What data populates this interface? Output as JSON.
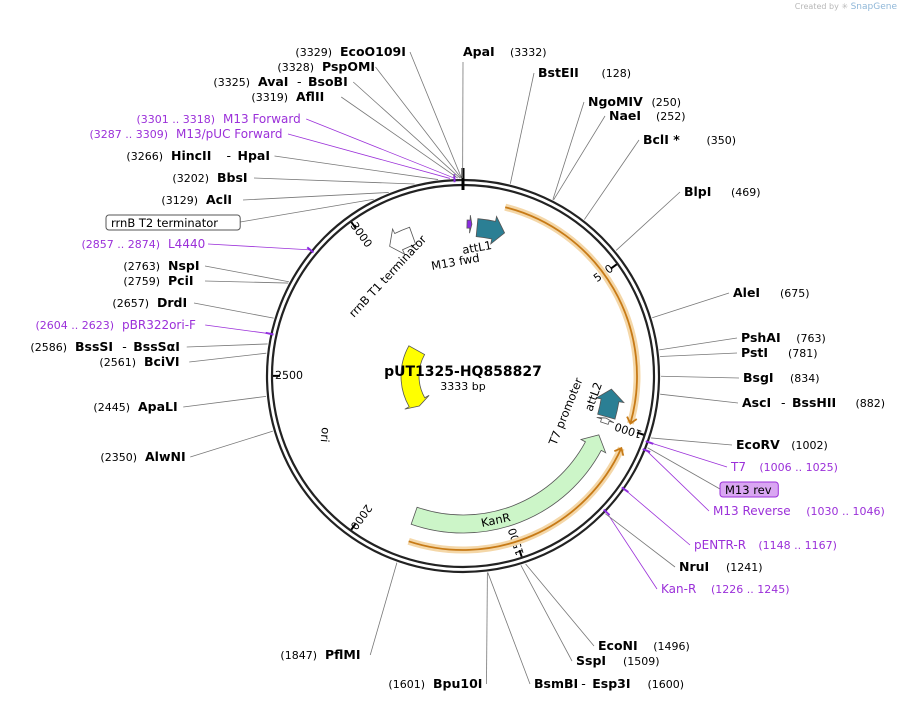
{
  "credit": {
    "prefix": "Created by",
    "brand": "SnapGene"
  },
  "plasmid": {
    "name": "pUT1325-HQ858827",
    "length_label": "3333 bp",
    "length": 3333
  },
  "ticks": [
    "500",
    "1000",
    "1500",
    "2000",
    "2500",
    "3000"
  ],
  "features": [
    {
      "name": "attL1",
      "start": 50,
      "end": 150,
      "dir": 1,
      "color": "#2b7f94"
    },
    {
      "name": "attL2",
      "start": 880,
      "end": 980,
      "dir": -1,
      "color": "#2b7f94"
    },
    {
      "name": "KanR",
      "start": 1050,
      "end": 1845,
      "dir": -1,
      "color": "#ccf5c8"
    },
    {
      "name": "ori",
      "start": 2180,
      "end": 2770,
      "dir": -1,
      "color": "#ffff00"
    },
    {
      "name": "rrnB T1 terminator",
      "start": 3060,
      "end": 3150,
      "dir": -1,
      "color": "#ffffff"
    },
    {
      "name": "T7 promoter",
      "start": 985,
      "end": 1004,
      "dir": -1,
      "color": "#ffffff"
    },
    {
      "name": "M13 fwd",
      "start": 14,
      "end": 31,
      "dir": 1,
      "color": "#8a2be2"
    }
  ],
  "orf_arcs": [
    {
      "start": 130,
      "end": 980,
      "dir": 1
    },
    {
      "start": 1060,
      "end": 1835,
      "dir": -1
    }
  ],
  "small_marks": [
    {
      "pos": 3310,
      "color": "#8a2be2"
    },
    {
      "pos": 2866,
      "color": "#8a2be2"
    },
    {
      "pos": 2614,
      "color": "#8a2be2"
    },
    {
      "pos": 1015,
      "color": "#8a2be2"
    },
    {
      "pos": 1038,
      "color": "#8a2be2"
    },
    {
      "pos": 1158,
      "color": "#8a2be2"
    },
    {
      "pos": 1236,
      "color": "#8a2be2"
    }
  ],
  "sites": [
    {
      "name": "EcoO109I",
      "num": "(3329)",
      "pos": 3329,
      "style": "site"
    },
    {
      "name": "PspOMI",
      "num": "(3328)",
      "pos": 3328,
      "style": "site"
    },
    {
      "name": "AvaI",
      "name2": "BsoBI",
      "num": "(3325)",
      "pos": 3325,
      "style": "site"
    },
    {
      "name": "AflII",
      "num": "(3319)",
      "pos": 3319,
      "style": "site"
    },
    {
      "name": "M13 Forward",
      "num": "(3301 .. 3318)",
      "pos": 3310,
      "style": "primer"
    },
    {
      "name": "M13/pUC Forward",
      "num": "(3287 .. 3309)",
      "pos": 3298,
      "style": "primer"
    },
    {
      "name": "HincII",
      "name2": "HpaI",
      "num": "(3266)",
      "pos": 3266,
      "style": "site"
    },
    {
      "name": "BbsI",
      "num": "(3202)",
      "pos": 3202,
      "style": "site"
    },
    {
      "name": "AclI",
      "num": "(3129)",
      "pos": 3129,
      "style": "site"
    },
    {
      "name": "rrnB T2 terminator",
      "num": "",
      "pos": 3085,
      "style": "box"
    },
    {
      "name": "L4440",
      "num": "(2857 .. 2874)",
      "pos": 2866,
      "style": "primer"
    },
    {
      "name": "NspI",
      "num": "(2763)",
      "pos": 2763,
      "style": "site"
    },
    {
      "name": "PciI",
      "num": "(2759)",
      "pos": 2759,
      "style": "site"
    },
    {
      "name": "DrdI",
      "num": "(2657)",
      "pos": 2657,
      "style": "site"
    },
    {
      "name": "pBR322ori-F",
      "num": "(2604 .. 2623)",
      "pos": 2614,
      "style": "primer"
    },
    {
      "name": "BssSI",
      "name2": "BssSαI",
      "num": "(2586)",
      "pos": 2586,
      "style": "site"
    },
    {
      "name": "BciVI",
      "num": "(2561)",
      "pos": 2561,
      "style": "site"
    },
    {
      "name": "ApaLI",
      "num": "(2445)",
      "pos": 2445,
      "style": "site"
    },
    {
      "name": "AlwNI",
      "num": "(2350)",
      "pos": 2350,
      "style": "site"
    },
    {
      "name": "PflMI",
      "num": "(1847)",
      "pos": 1847,
      "style": "site"
    },
    {
      "name": "Bpu10I",
      "num": "(1601)",
      "pos": 1601,
      "style": "site"
    },
    {
      "name": "BsmBI",
      "name2": "Esp3I",
      "num": "(1600)",
      "pos": 1600,
      "style": "site"
    },
    {
      "name": "SspI",
      "num": "(1509)",
      "pos": 1509,
      "style": "site"
    },
    {
      "name": "EcoNI",
      "num": "(1496)",
      "pos": 1496,
      "style": "site"
    },
    {
      "name": "Kan-R",
      "num": "(1226 .. 1245)",
      "pos": 1236,
      "style": "primer"
    },
    {
      "name": "NruI",
      "num": "(1241)",
      "pos": 1241,
      "style": "site"
    },
    {
      "name": "pENTR-R",
      "num": "(1148 .. 1167)",
      "pos": 1158,
      "style": "primer"
    },
    {
      "name": "M13 Reverse",
      "num": "(1030 .. 1046)",
      "pos": 1038,
      "style": "primer"
    },
    {
      "name": "M13 rev",
      "num": "",
      "pos": 1030,
      "style": "boxpurple"
    },
    {
      "name": "T7",
      "num": "(1006 .. 1025)",
      "pos": 1015,
      "style": "primer"
    },
    {
      "name": "EcoRV",
      "num": "(1002)",
      "pos": 1002,
      "style": "site"
    },
    {
      "name": "AscI",
      "name2": "BssHII",
      "num": "(882)",
      "pos": 882,
      "style": "site"
    },
    {
      "name": "BsgI",
      "num": "(834)",
      "pos": 834,
      "style": "site"
    },
    {
      "name": "PstI",
      "num": "(781)",
      "pos": 781,
      "style": "site"
    },
    {
      "name": "PshAI",
      "num": "(763)",
      "pos": 763,
      "style": "site"
    },
    {
      "name": "AleI",
      "num": "(675)",
      "pos": 675,
      "style": "site"
    },
    {
      "name": "BlpI",
      "num": "(469)",
      "pos": 469,
      "style": "site"
    },
    {
      "name": "BclI *",
      "num": "(350)",
      "pos": 350,
      "style": "site"
    },
    {
      "name": "NaeI",
      "num": "(252)",
      "pos": 252,
      "style": "site"
    },
    {
      "name": "NgoMIV",
      "num": "(250)",
      "pos": 250,
      "style": "site"
    },
    {
      "name": "BstEII",
      "num": "(128)",
      "pos": 128,
      "style": "site"
    },
    {
      "name": "ApaI",
      "num": "(3332)",
      "pos": 3332,
      "style": "site"
    }
  ]
}
